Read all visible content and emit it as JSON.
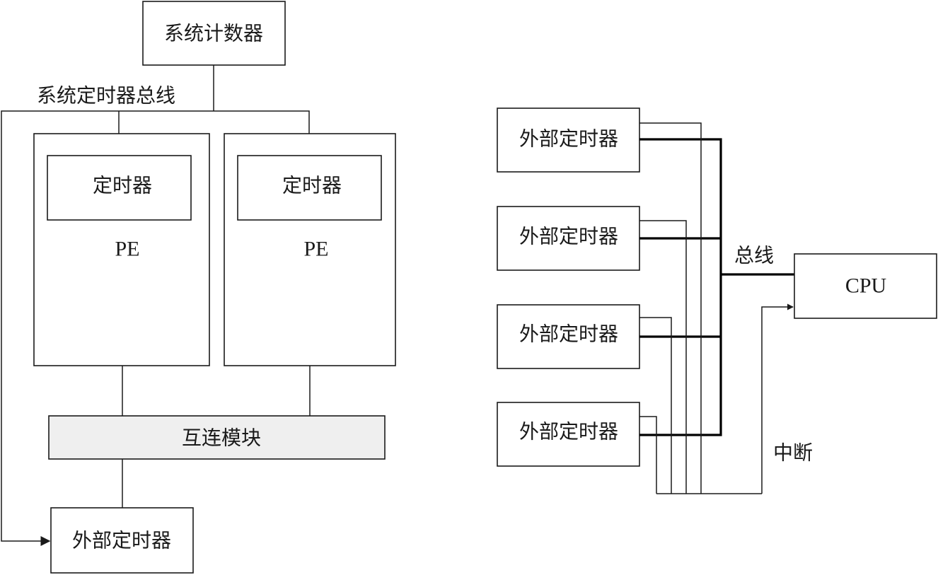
{
  "left": {
    "system_counter": "系统计数器",
    "system_timer_bus": "系统定时器总线",
    "pe_blocks": [
      {
        "timer": "定时器",
        "label": "PE"
      },
      {
        "timer": "定时器",
        "label": "PE"
      }
    ],
    "interconnect": "互连模块",
    "external_timer": "外部定时器"
  },
  "right": {
    "external_timers": [
      "外部定时器",
      "外部定时器",
      "外部定时器",
      "外部定时器"
    ],
    "bus_label": "总线",
    "cpu": "CPU",
    "interrupt_label": "中断"
  }
}
